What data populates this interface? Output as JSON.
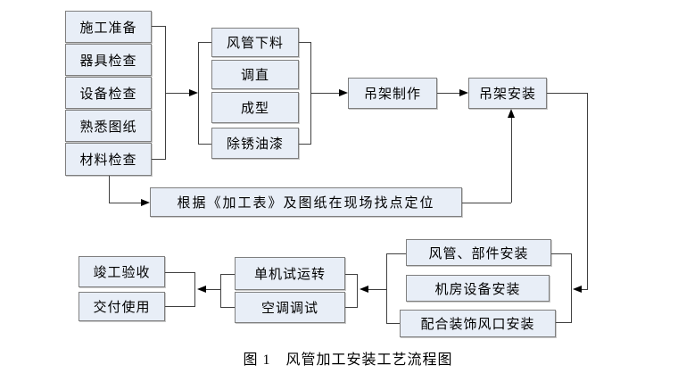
{
  "figure": {
    "caption": "图 1　风管加工安装工艺流程图",
    "boxes": {
      "prep": [
        "施工准备",
        "器具检查",
        "设备检查",
        "熟悉图纸",
        "材料检查"
      ],
      "fab": [
        "风管下料",
        "调直",
        "成型",
        "除锈油漆"
      ],
      "hanger_fab": "吊架制作",
      "hanger_install": "吊架安装",
      "site_positioning": "根据《加工表》及图纸在现场找点定位",
      "install": [
        "风管、部件安装",
        "机房设备安装",
        "配合装饰风口安装"
      ],
      "commissioning": [
        "单机试运转",
        "空调调试"
      ],
      "handover": [
        "竣工验收",
        "交付使用"
      ]
    },
    "colors": {
      "box_fill": "#e8eef7",
      "box_border": "#7f7f7f",
      "line": "#404040",
      "arrow": "#000000",
      "text": "#000000",
      "background": "#ffffff"
    }
  }
}
